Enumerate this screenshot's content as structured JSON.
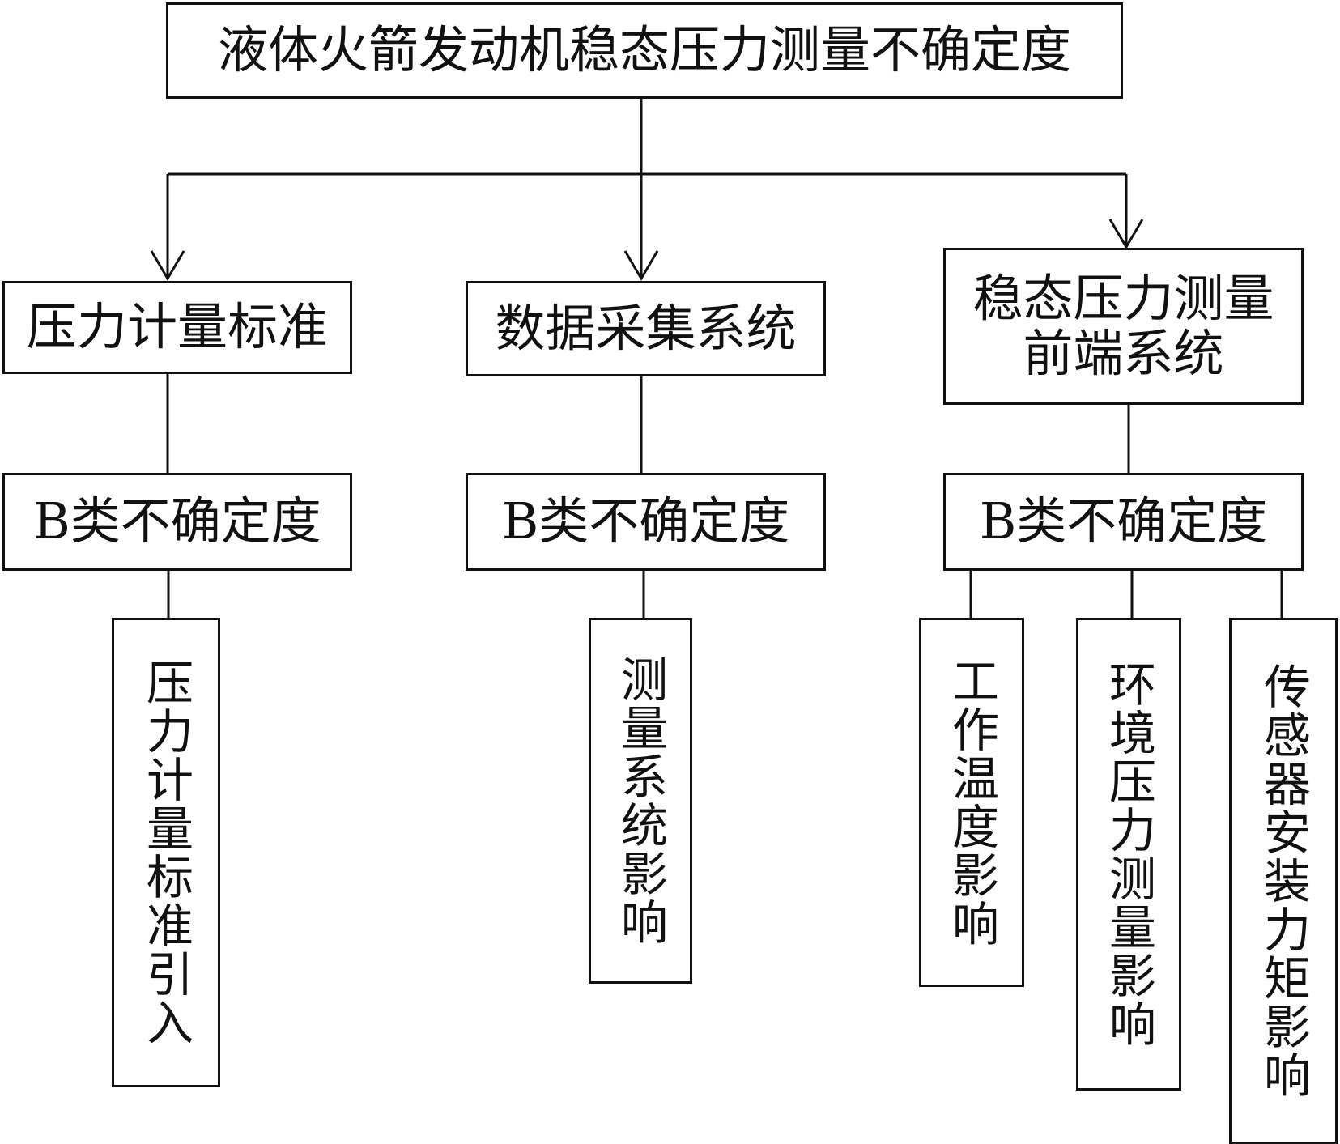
{
  "diagram": {
    "root": {
      "label": "液体火箭发动机稳态压力测量不确定度"
    },
    "categories": [
      {
        "label": "压力计量标准",
        "type_b": "B类不确定度",
        "leaves": [
          "压力计量标准引入"
        ]
      },
      {
        "label": "数据采集系统",
        "type_b": "B类不确定度",
        "leaves": [
          "测量系统影响"
        ]
      },
      {
        "label": "稳态压力测量前端系统",
        "type_b": "B类不确定度",
        "leaves": [
          "工作温度影响",
          "环境压力测量影响",
          "传感器安装力矩影响"
        ]
      }
    ],
    "colors": {
      "line": "#111111",
      "background": "#ffffff"
    }
  }
}
